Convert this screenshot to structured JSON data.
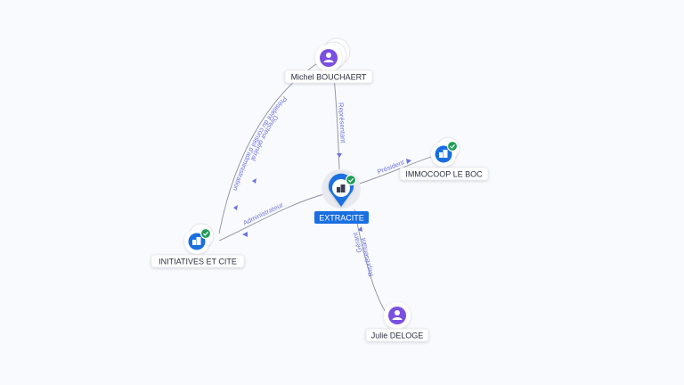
{
  "nodes": {
    "michel": {
      "name": "Michel BOUCHAERT",
      "kind": "person"
    },
    "extracite": {
      "name": "EXTRACITE",
      "kind": "company-main",
      "verified": true
    },
    "immocoop": {
      "name": "IMMOCOOP LE BOC",
      "kind": "company",
      "verified": true
    },
    "initiatives": {
      "name": "INITIATIVES ET CITE",
      "kind": "company",
      "verified": true
    },
    "julie": {
      "name": "Julie DELOGE",
      "kind": "person"
    }
  },
  "edges": {
    "michel_initiatives_1": "Président du conseil d'administration",
    "michel_initiatives_2": "Directeur général",
    "michel_extracite": "Représentant",
    "extracite_immocoop": "Président",
    "initiatives_extracite": "Administrateur",
    "julie_extracite_1": "Gérant",
    "julie_extracite_2": "Représentant"
  },
  "colors": {
    "person_fill": "#7b4fe0",
    "company_fill": "#1a6fe0",
    "verified": "#1f9d55",
    "edge_label": "#6f74d9"
  }
}
